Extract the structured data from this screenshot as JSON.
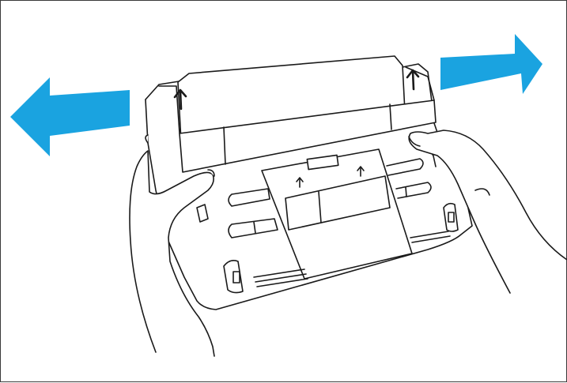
{
  "illustration": {
    "subject": "scanner-tray-extension",
    "line_color": "#1a1a1a",
    "arrow_color": "#1aa3e0",
    "arrows": [
      {
        "name": "left-direction-arrow",
        "direction": "left"
      },
      {
        "name": "right-direction-arrow",
        "direction": "right"
      }
    ],
    "tab_marks": [
      "up-arrow",
      "up-arrow"
    ]
  }
}
